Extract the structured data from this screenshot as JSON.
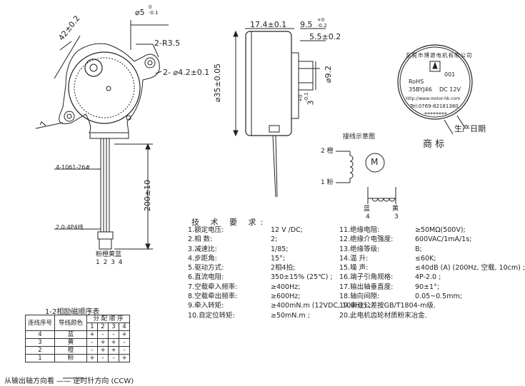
{
  "dims": {
    "d5": "⌀5",
    "d5_tol": "0\n-0.1",
    "d42": "42±0.2",
    "r35": "2-R3.5",
    "d42hole": "2- ⌀4.2±0.1",
    "seven": "7",
    "d174": "17.4±0.1",
    "d95": "9.5",
    "d95_tol": "+0\n-0.2",
    "d55": "5.5±0.2",
    "d35": "⌀35±0.05",
    "d92": "⌀9.2",
    "d3": "3",
    "d3_tol": "+0\n-0.1",
    "lead_spec": "4-1061-26#",
    "connector_spec": "2.0-4P4线",
    "len200": "200±10",
    "wire_colors": "粉橙黄蓝",
    "wire_numbers": "1 2 3 4"
  },
  "label": {
    "rohs": "RoHS",
    "brand_arc": "东莞市博源电机有限公司",
    "model": "35BYJ46",
    "voltage": "DC 12V",
    "code": "001",
    "website": "http://www.motor-hk.com",
    "tel": "Tel:0769-82181380",
    "serial": "********",
    "date_note": "生产日期",
    "trademark": "商    标"
  },
  "wiring": {
    "title": "接线示意图",
    "motor": "M",
    "l2": "2  橙",
    "l1": "1  粉",
    "blue": "蓝",
    "yellow": "黄",
    "n4": "4",
    "n3": "3"
  },
  "specs": {
    "title": "技 术 要 求:",
    "left": [
      {
        "k": "1.额定电压:",
        "v": "12 V /DC;"
      },
      {
        "k": "2.相    数:",
        "v": "2;"
      },
      {
        "k": "3.减速比:",
        "v": "1/85;"
      },
      {
        "k": "4.步距角:",
        "v": "15°;"
      },
      {
        "k": "5.驱动方式:",
        "v": "2相4拍;"
      },
      {
        "k": "6.直流电阻:",
        "v": "350±15% (25℃) ;"
      },
      {
        "k": "7.空载牵入频率:",
        "v": "≥400Hz;"
      },
      {
        "k": "8.空载牵出频率:",
        "v": "≥600Hz;"
      },
      {
        "k": "9.牵入转矩:",
        "v": "≥400mN.m (12VDC, 100Hz) ;"
      },
      {
        "k": "10.自定位转矩:",
        "v": "≥50mN.m   ;"
      }
    ],
    "right": [
      {
        "k": "11.绝缘电阻:",
        "v": "≥50MΩ(500V);"
      },
      {
        "k": "12.绝缘介电强度:",
        "v": "600VAC/1mA/1s;"
      },
      {
        "k": "13.绝缘等级:",
        "v": "B;"
      },
      {
        "k": "14.温   升:",
        "v": "≤60K;"
      },
      {
        "k": "15.噪   声:",
        "v": "≤40dB (A) (200Hz, 空载, 10cm) ;"
      },
      {
        "k": "16.端子引角规格:",
        "v": "4P-2.0 ;"
      },
      {
        "k": "17.输出轴垂直度:",
        "v": "90±1°;"
      },
      {
        "k": "18.轴向间隙:",
        "v": "0.05~0.5mm;"
      },
      {
        "k": "19.未注公差按GB/T1804-m级.",
        "v": ""
      },
      {
        "k": "20.此电机齿轮材质粉末冶金.",
        "v": ""
      }
    ]
  },
  "sequence": {
    "title": "1-2相励磁顺序表",
    "col_wire": "连线序号",
    "col_color": "导线颜色",
    "col_order": "分 配 顺 序",
    "steps": [
      "1",
      "2",
      "3",
      "4"
    ],
    "rows": [
      {
        "no": "4",
        "color": "蓝",
        "cells": [
          "+",
          "-",
          "-",
          "+"
        ]
      },
      {
        "no": "3",
        "color": "黄",
        "cells": [
          "-",
          "+",
          "+",
          "-"
        ]
      },
      {
        "no": "2",
        "color": "橙",
        "cells": [
          "-",
          "+",
          "+",
          "-"
        ]
      },
      {
        "no": "1",
        "color": "粉",
        "cells": [
          "+",
          "-",
          "-",
          "+"
        ]
      }
    ]
  },
  "footer": "从输出轴方向看 —— 逆时针方向 (CCW)"
}
